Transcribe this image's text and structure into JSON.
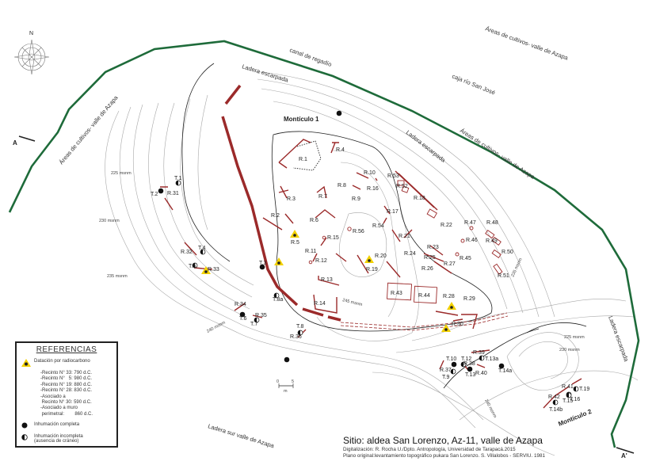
{
  "title": "Sitio: aldea San Lorenzo, Az-11, valle de Azapa",
  "credits": [
    "Digitalización: R. Rocha U./Dpto. Antropología, Universidad de Tarapacá.2015",
    "Plano original:levantamiento topográfico pukara San Lorenzo. S. Villalobos - SERVIU. 1981"
  ],
  "compass_label": "N",
  "section_labels": [
    "A",
    "A'"
  ],
  "annotations": [
    "Áreas de cultivos- valle de Azapa",
    "Áreas de cultivos- valle de Azapa",
    "Áreas de cultivos- valle de Azapa",
    "caja río San José",
    "canal de regadío",
    "Ladera escarpada",
    "Ladera escarpada",
    "Ladera escarpada",
    "Ladera sur valle de Azapa",
    "Montículo 1",
    "Montículo 2"
  ],
  "contour_labels": [
    "225 msnm",
    "230 msnm",
    "235 msnm",
    "245 msnm",
    "240 msnm",
    "240 msnm",
    "225 msnm",
    "230 msnm",
    "235 msnm"
  ],
  "scale": {
    "zero": "0",
    "five": "5",
    "unit": "m"
  },
  "recintos": [
    "R.1",
    "R.2",
    "R.3",
    "R.4",
    "R.5",
    "R.6",
    "R.7",
    "R.8",
    "R.9",
    "R.10",
    "R.11",
    "R.12",
    "R.13",
    "R.14",
    "R.15",
    "R.16",
    "R.17",
    "R.18",
    "R.19",
    "R.20",
    "R.21",
    "R.22",
    "R.23",
    "R.24",
    "R.25",
    "R.26",
    "R.27",
    "R.28",
    "R.29",
    "R.30",
    "R.31",
    "R.32",
    "R.33",
    "R.34",
    "R.35",
    "R.36",
    "R.37",
    "R.38",
    "R.39",
    "R.40",
    "R.41",
    "R.42",
    "R.43",
    "R.44",
    "R.45",
    "R.46",
    "R.47",
    "R.48",
    "R.49",
    "R.50",
    "R.51",
    "R.52",
    "R.53",
    "R.54",
    "R.56"
  ],
  "tumbas": [
    "T.1",
    "T.2",
    "T.3",
    "T.4",
    "T.5",
    "T.6",
    "T.7",
    "T.8",
    "T.8a",
    "T.9",
    "T.10",
    "T.12",
    "T.13",
    "T.13a",
    "T.14a",
    "T.14b",
    "T.15",
    "T.16",
    "T.19"
  ],
  "legend": {
    "title": "REFERENCIAS",
    "radiocarbon": "Datación por radiocarbono",
    "dates": [
      "-Recinto N° 33: 790 d.C.",
      "-Recinto N°   5: 980 d.C.",
      "-Recinto N° 19: 880 d.C.",
      "-Recinto N° 28: 830 d.C.",
      "-Asociado a",
      " Recinto N° 30: 590 d.C.",
      "-Asociado a muro",
      " perimetral:        860 d.C."
    ],
    "complete": "Inhumación completa",
    "incomplete": "Inhumación incompleta",
    "incomplete_note": "(ausencia de cráneo)"
  },
  "colors": {
    "boundary": "#1e6b3a",
    "walls": "#9b2a2a",
    "contours": "#9a9a9a",
    "index_contours": "#222222",
    "radiocarbon": "#f2d100"
  }
}
